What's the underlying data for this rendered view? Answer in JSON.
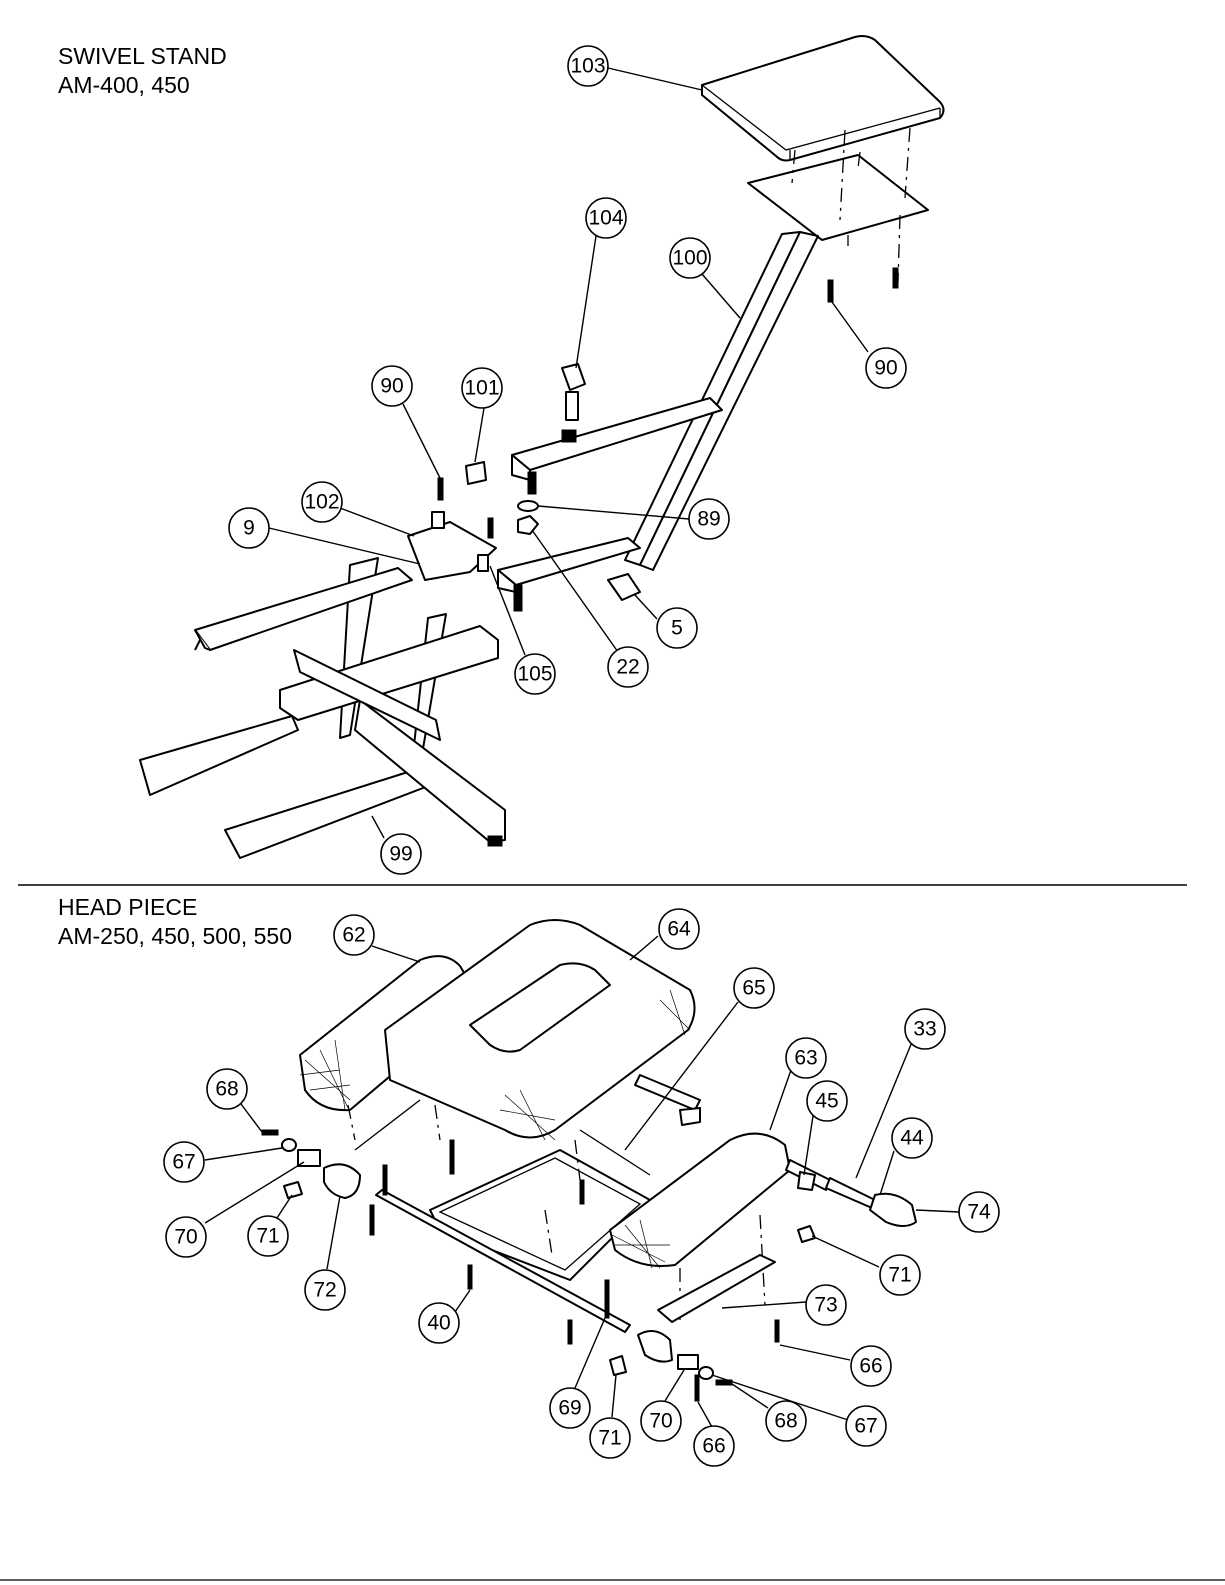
{
  "sections": [
    {
      "title_line1": "SWIVEL STAND",
      "title_line2": "AM-400, 450"
    },
    {
      "title_line1": "HEAD PIECE",
      "title_line2": "AM-250, 450, 500, 550"
    }
  ],
  "callouts": [
    "103",
    "104",
    "100",
    "90",
    "90",
    "101",
    "102",
    "9",
    "89",
    "105",
    "22",
    "5",
    "99",
    "62",
    "64",
    "65",
    "63",
    "33",
    "45",
    "44",
    "68",
    "67",
    "74",
    "70",
    "71",
    "72",
    "71",
    "73",
    "40",
    "66",
    "69",
    "71",
    "70",
    "66",
    "68",
    "67"
  ]
}
